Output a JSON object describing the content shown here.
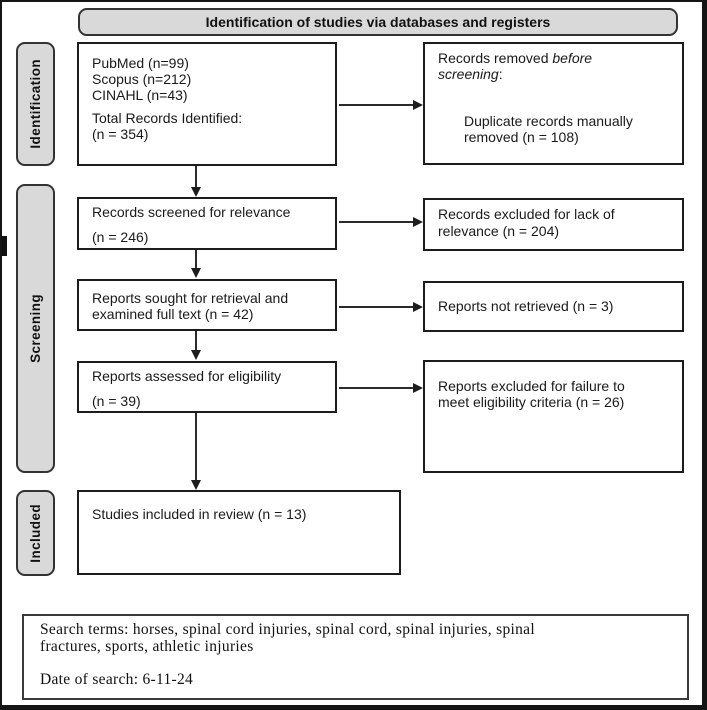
{
  "title_bar": {
    "label": "Identification of studies via databases and registers"
  },
  "sidebar": {
    "identification": "Identification",
    "screening": "Screening",
    "included": "Included"
  },
  "flow": {
    "sources": {
      "line1": "PubMed (n=99)",
      "line2": "Scopus (n=212)",
      "line3": "CINAHL (n=43)",
      "line4": "Total Records Identified:",
      "line5": "(n = 354)"
    },
    "records_removed": {
      "head_pre": "Records removed ",
      "head_italic1": "before",
      "head_italic2": "screening",
      "head_colon": ":",
      "body_line1": "Duplicate records manually",
      "body_line2": "removed (n = 108)"
    },
    "records_screened": {
      "line1": "Records screened for relevance",
      "line2": "(n = 246)"
    },
    "records_excluded": {
      "line1": "Records excluded for lack of",
      "line2": "relevance (n = 204)"
    },
    "reports_sought": {
      "line1": "Reports sought for retrieval and",
      "line2": "examined full text (n = 42)"
    },
    "reports_not_retrieved": {
      "line1": "Reports not retrieved (n = 3)"
    },
    "reports_assessed": {
      "line1": "Reports assessed for eligibility",
      "line2": "(n = 39)"
    },
    "reports_excluded": {
      "line1": "Reports excluded for failure to",
      "line2": "meet eligibility criteria (n = 26)"
    },
    "studies_included": {
      "line1": "Studies included in review (n = 13)"
    }
  },
  "footer": {
    "search_line1": "Search terms: horses, spinal cord injuries, spinal cord, spinal injuries, spinal",
    "search_line2": "fractures, sports, athletic injuries",
    "date_line": "Date of search: 6-11-24"
  },
  "colors": {
    "panel_fill": "#d9d9d9",
    "border_dark": "#1c1c1c",
    "background": "#ffffff"
  }
}
